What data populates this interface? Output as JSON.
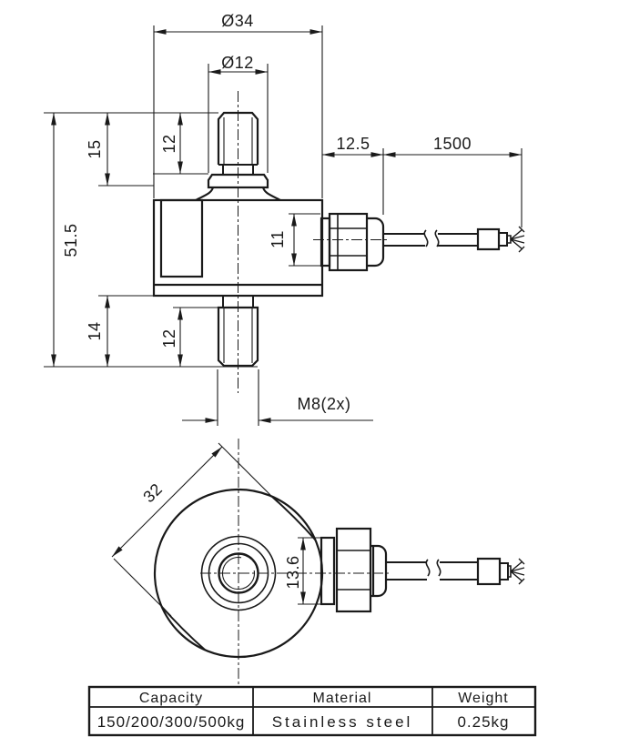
{
  "drawing": {
    "side_view": {
      "dims": {
        "outer_diameter": "Ø34",
        "boss_diameter": "Ø12",
        "stud_top_exposed": "12",
        "stud_top_to_boss": "15",
        "overall_height": "51.5",
        "stud_bottom_exposed": "14",
        "stud_bottom_thread": "12",
        "gland_length": "12.5",
        "cable_length": "1500",
        "gland_bore": "11",
        "thread_spec": "M8(2x)"
      }
    },
    "bottom_view": {
      "dims": {
        "across_flats": "32",
        "gland_width": "13.6"
      }
    }
  },
  "table": {
    "headers": [
      "Capacity",
      "Material",
      "Weight"
    ],
    "rows": [
      [
        "150/200/300/500kg",
        "Stainless steel",
        "0.25kg"
      ]
    ]
  }
}
